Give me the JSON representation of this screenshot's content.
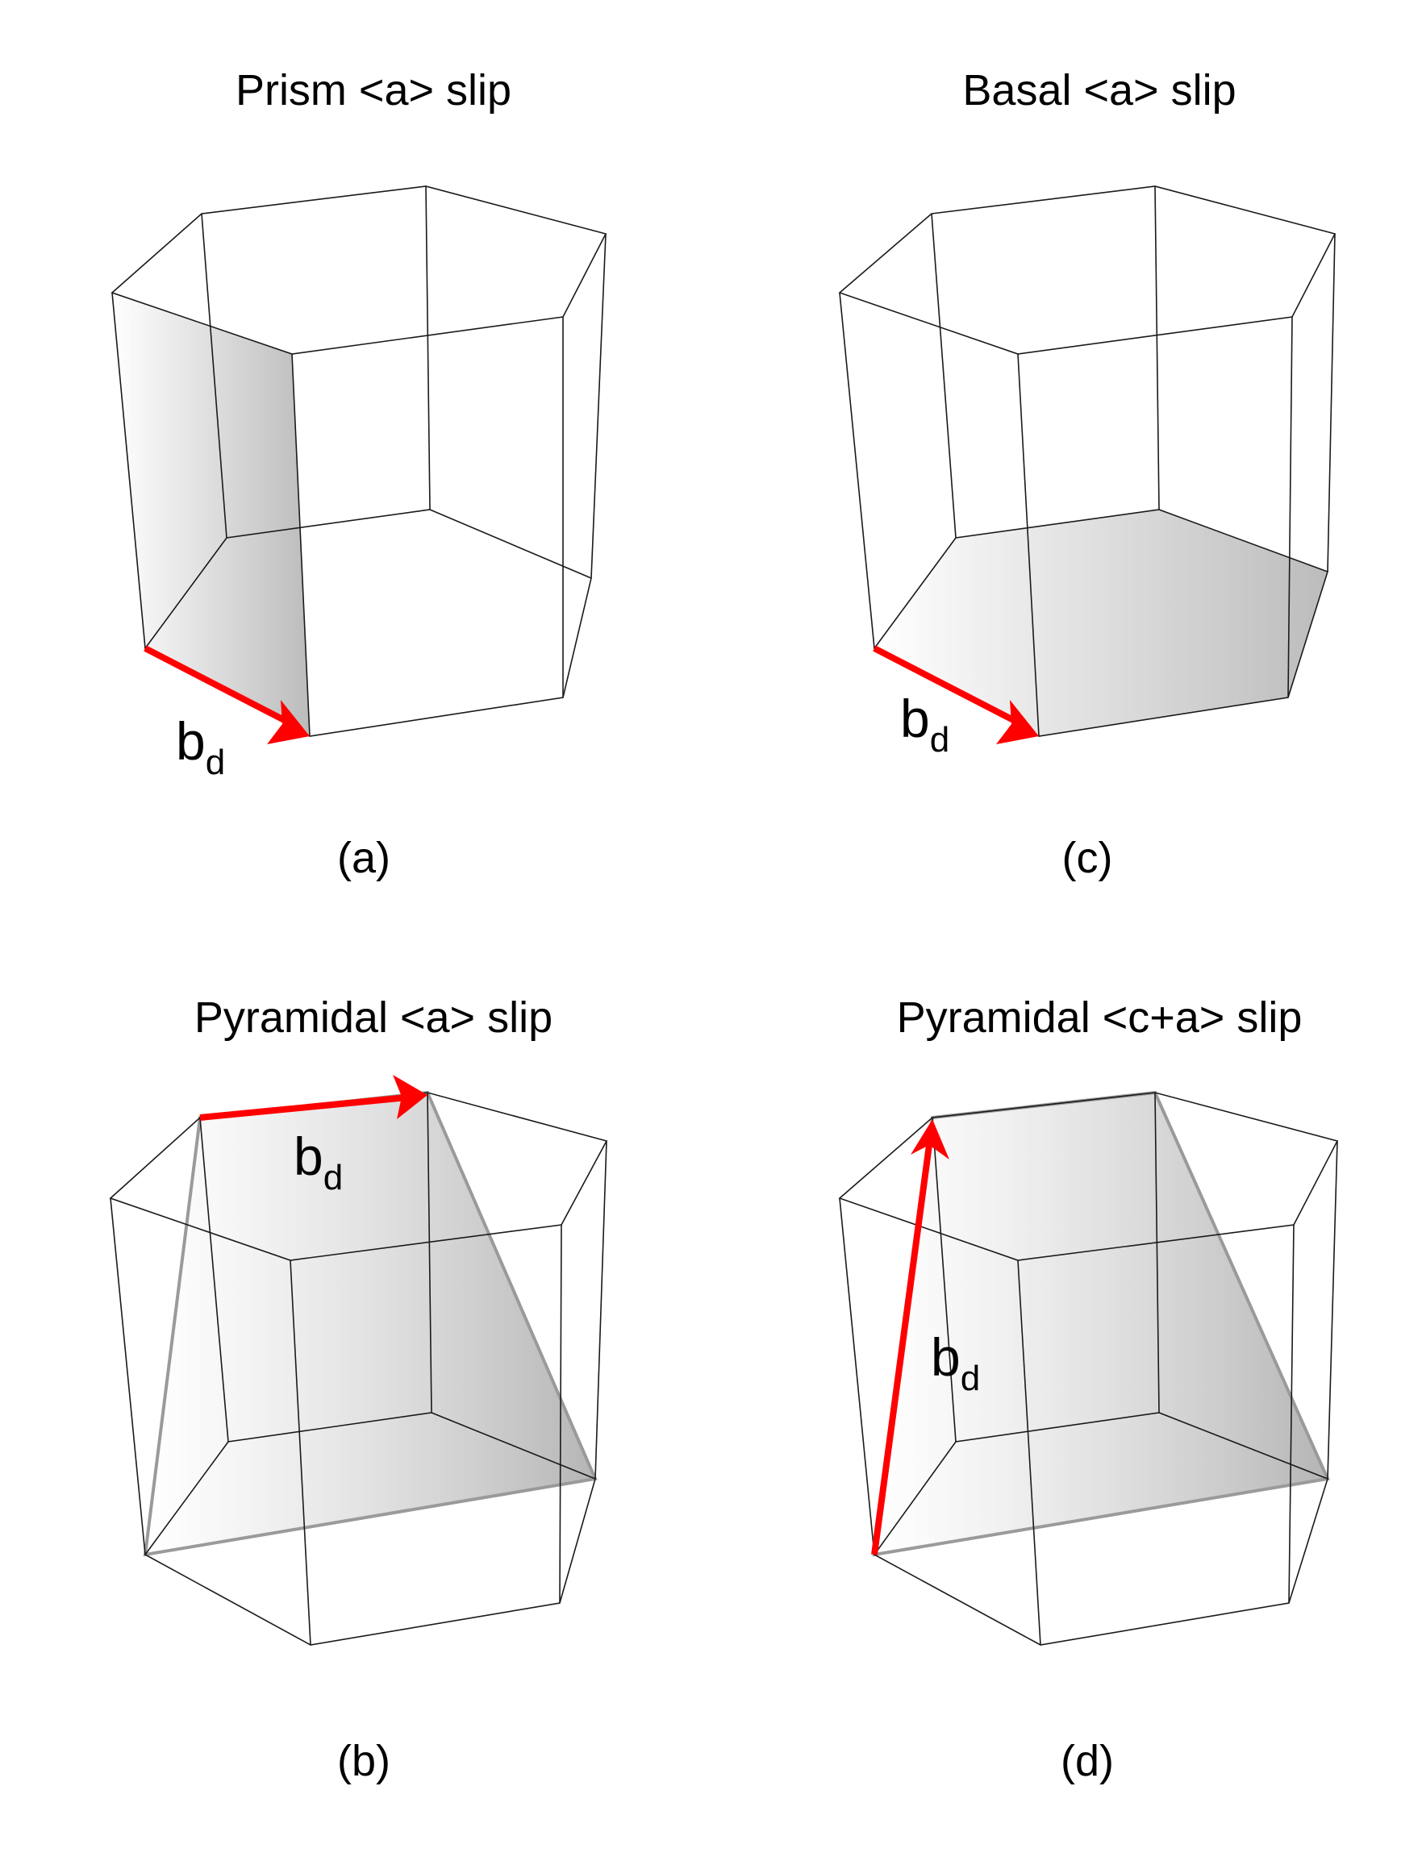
{
  "colors": {
    "edge": "#1a1a1a",
    "plane": "#c8c8c8",
    "burgers_vector": "#ff0000"
  },
  "panels": [
    {
      "id": "a",
      "title": "Prism <a> slip",
      "caption": "(a)",
      "vector_label": "b",
      "vector_subscript": "d"
    },
    {
      "id": "c",
      "title": "Basal <a> slip",
      "caption": "(c)",
      "vector_label": "b",
      "vector_subscript": "d"
    },
    {
      "id": "b",
      "title": "Pyramidal <a> slip",
      "caption": "(b)",
      "vector_label": "b",
      "vector_subscript": "d"
    },
    {
      "id": "d",
      "title": "Pyramidal <c+a> slip",
      "caption": "(d)",
      "vector_label": "b",
      "vector_subscript": "d"
    }
  ]
}
